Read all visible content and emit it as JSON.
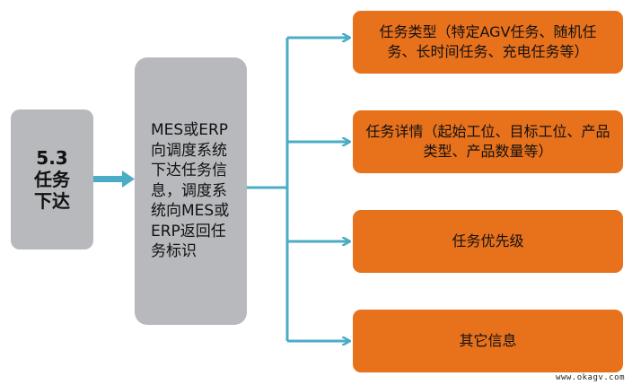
{
  "source_box": {
    "line1": "5.3",
    "line2": "任务",
    "line3": "下达"
  },
  "description_box": {
    "text": "MES或ERP向调度系统下达任务信息，调度系统向MES或ERP返回任务标识"
  },
  "items": [
    {
      "label": "任务类型（特定AGV任务、随机任务、长时间任务、充电任务等）"
    },
    {
      "label": "任务详情（起始工位、目标工位、产品类型、产品数量等）"
    },
    {
      "label": "任务优先级"
    },
    {
      "label": "其它信息"
    }
  ],
  "watermark": "www.okagv.com",
  "colors": {
    "box_gray": "#b8b9bd",
    "box_orange": "#e8711c",
    "connector_teal": "#4bacc6"
  }
}
